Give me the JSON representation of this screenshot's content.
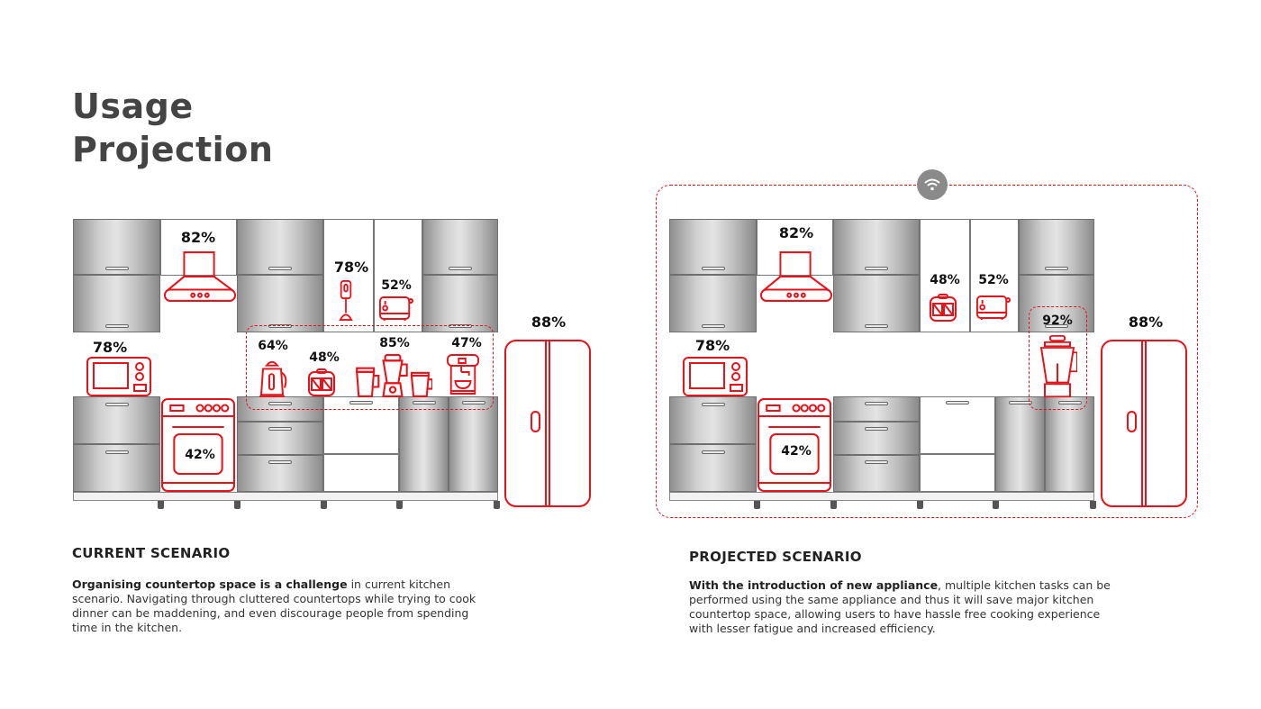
{
  "title": {
    "line1": "Usage",
    "line2": "Projection"
  },
  "accent_color": "#e8121b",
  "current": {
    "heading": "CURRENT SCENARIO",
    "description_bold": "Organising countertop space is a challenge",
    "description_rest": " in current kitchen scenario. Navigating through cluttered countertops while trying to cook dinner can be maddening, and even discourage people from spending time in the kitchen.",
    "usage": {
      "hood": "82%",
      "hand_blender": "78%",
      "toaster": "52%",
      "microwave": "78%",
      "kettle": "64%",
      "sandwich_maker": "48%",
      "blender": "85%",
      "coffee_machine": "47%",
      "oven": "42%",
      "refrigerator": "88%"
    }
  },
  "projected": {
    "heading": "PROJECTED SCENARIO",
    "description_bold": "With the introduction of new appliance",
    "description_rest": ", multiple kitchen tasks can be performed using the same appliance and thus it will save major kitchen countertop space, allowing users to have hassle free cooking experience with lesser fatigue and increased efficiency.",
    "usage": {
      "hood": "82%",
      "sandwich_maker": "48%",
      "toaster": "52%",
      "smart_appliance": "92%",
      "microwave": "78%",
      "oven": "42%",
      "refrigerator": "88%"
    }
  }
}
